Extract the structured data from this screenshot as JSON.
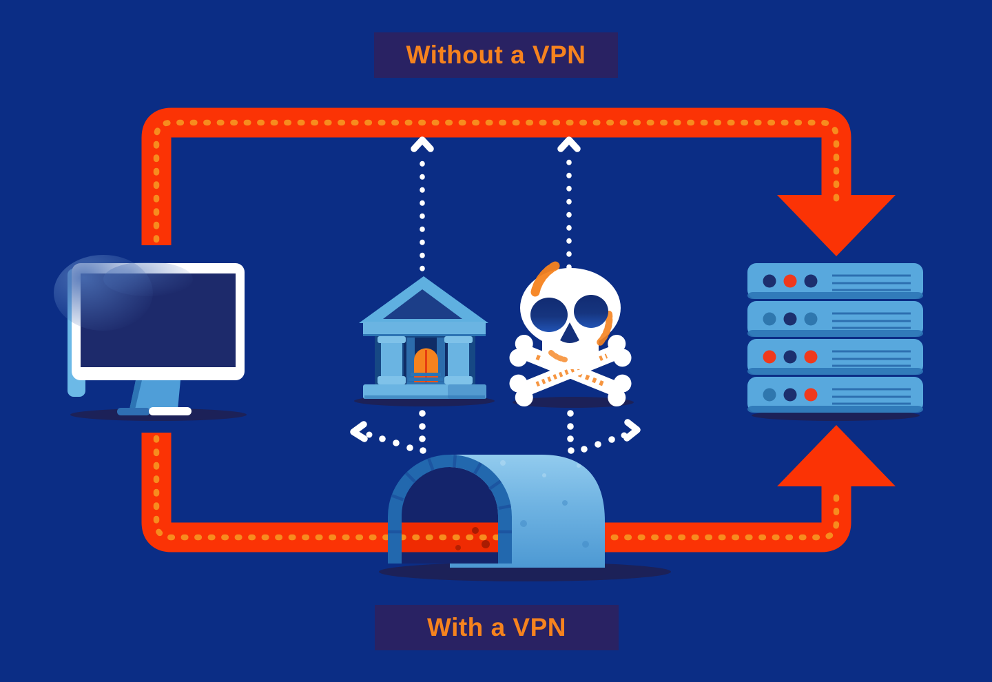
{
  "diagram": {
    "top_banner": {
      "label": "Without a VPN"
    },
    "bottom_banner": {
      "label": "With a VPN"
    },
    "colors": {
      "background": "#0b2d85",
      "banner_bg": "#292263",
      "banner_text_orange": "#f6831e",
      "pipe_red": "#fb3305",
      "pipe_dash_orange": "#f78c1e",
      "light_blue": "#5fb0e0",
      "lighter_blue": "#8cc6ec",
      "steel_blue": "#2f77ae",
      "dark_navy": "#14246b",
      "shadow_navy": "#1c2158",
      "door_orange": "#f6821d",
      "accent_red": "#f0391c",
      "white": "#ffffff"
    },
    "icons": [
      "desktop-computer-icon",
      "bank-icon",
      "skull-crossbones-icon",
      "server-rack-icon",
      "vpn-tunnel-icon",
      "red-traffic-path-without-vpn",
      "red-traffic-path-with-vpn",
      "dotted-visibility-arrows"
    ]
  }
}
